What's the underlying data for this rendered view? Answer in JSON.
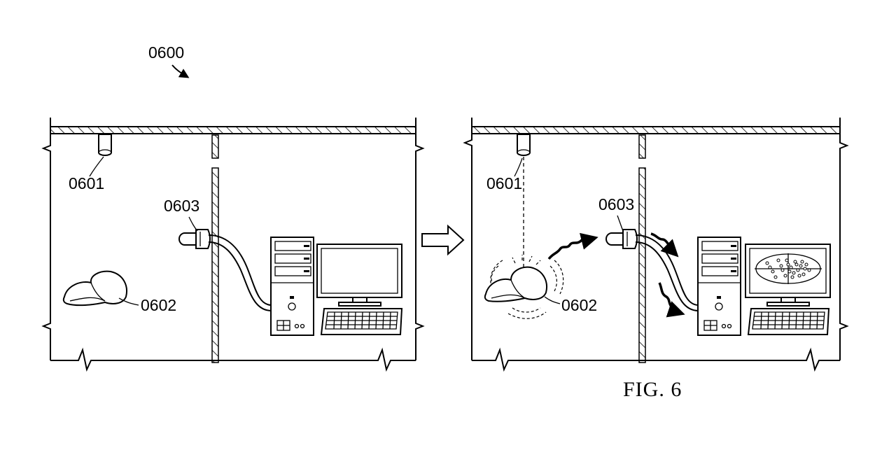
{
  "figure": {
    "overall_ref": "0600",
    "caption": "FIG. 6"
  },
  "left_panel": {
    "sensor_ref": "0601",
    "object_ref": "0602",
    "device_ref": "0603"
  },
  "right_panel": {
    "sensor_ref": "0601",
    "object_ref": "0602",
    "device_ref": "0603"
  },
  "icons": [
    "ceiling-sensor-icon",
    "cap-object-icon",
    "wall-plug-device-icon",
    "computer-tower-icon",
    "monitor-icon",
    "keyboard-icon",
    "transition-arrow-icon",
    "scatter-plot-icon"
  ]
}
